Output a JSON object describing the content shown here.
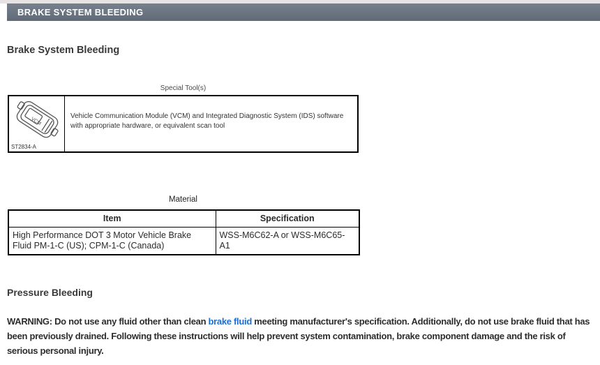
{
  "header": {
    "bar_title": "BRAKE SYSTEM BLEEDING"
  },
  "page": {
    "title": "Brake System Bleeding",
    "section2_title": "Pressure Bleeding"
  },
  "special_tools": {
    "caption": "Special Tool(s)",
    "tool_image_label": "ST2834-A",
    "device_text": "VCM",
    "description": "Vehicle Communication Module (VCM) and Integrated Diagnostic System (IDS) software with appropriate hardware, or equivalent scan tool"
  },
  "material": {
    "caption": "Material",
    "headers": {
      "item": "Item",
      "specification": "Specification"
    },
    "rows": [
      {
        "item": "High Performance DOT 3 Motor Vehicle Brake Fluid PM-1-C (US); CPM-1-C (Canada)",
        "specification": "WSS-M6C62-A or WSS-M6C65-A1"
      }
    ]
  },
  "warning": {
    "prefix": "WARNING: Do not use any fluid other than clean ",
    "link_text": "brake fluid",
    "suffix": " meeting manufacturer's specification. Additionally, do not use brake fluid that has been previously drained. Following these instructions will help prevent system contamination, brake component damage and the risk of serious personal injury."
  },
  "colors": {
    "header_bar": "#6a7481",
    "link": "#1a6fd4",
    "body_text": "#2d2d2d"
  }
}
